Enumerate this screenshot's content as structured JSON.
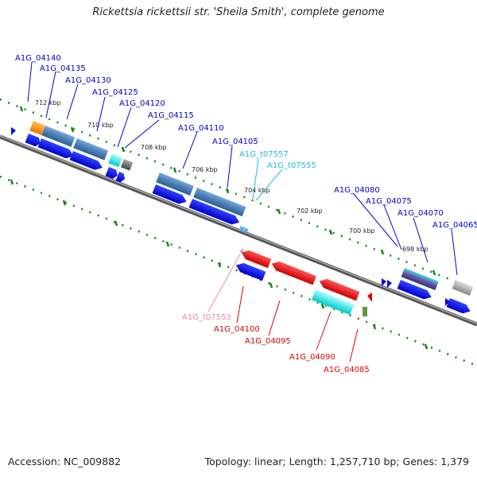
{
  "title": "Rickettsia rickettsii str. 'Sheila Smith', complete genome",
  "footer": {
    "accession": "Accession: NC_009882",
    "summary": "Topology: linear; Length: 1,257,710 bp; Genes: 1,379"
  },
  "colors": {
    "blue_label": "#0000cc",
    "cyan_label": "#22bbdd",
    "red_label": "#dd0000",
    "pink_label": "#ee88aa",
    "backbone": "#777777",
    "ruler_dots": "#118811"
  },
  "ticks": [
    "712 kbp",
    "710 kbp",
    "708 kbp",
    "706 kbp",
    "704 kbp",
    "702 kbp",
    "700 kbp",
    "698 kbp"
  ],
  "labels_top": [
    {
      "text": "A1G_04140",
      "color": "#0000cc"
    },
    {
      "text": "A1G_04135",
      "color": "#0000cc"
    },
    {
      "text": "A1G_04130",
      "color": "#0000cc"
    },
    {
      "text": "A1G_04125",
      "color": "#0000cc"
    },
    {
      "text": "A1G_04120",
      "color": "#0000cc"
    },
    {
      "text": "A1G_04115",
      "color": "#0000cc"
    },
    {
      "text": "A1G_04110",
      "color": "#0000cc"
    },
    {
      "text": "A1G_04105",
      "color": "#0000cc"
    },
    {
      "text": "A1G_t07557",
      "color": "#22bbdd"
    },
    {
      "text": "A1G_t07555",
      "color": "#22bbdd"
    },
    {
      "text": "A1G_04080",
      "color": "#0000cc"
    },
    {
      "text": "A1G_04075",
      "color": "#0000cc"
    },
    {
      "text": "A1G_04070",
      "color": "#0000cc"
    },
    {
      "text": "A1G_04065",
      "color": "#0000cc"
    }
  ],
  "labels_bottom": [
    {
      "text": "A1G_t07553",
      "color": "#ee88aa"
    },
    {
      "text": "A1G_04100",
      "color": "#dd0000"
    },
    {
      "text": "A1G_04095",
      "color": "#dd0000"
    },
    {
      "text": "A1G_04090",
      "color": "#dd0000"
    },
    {
      "text": "A1G_04085",
      "color": "#dd0000"
    }
  ]
}
